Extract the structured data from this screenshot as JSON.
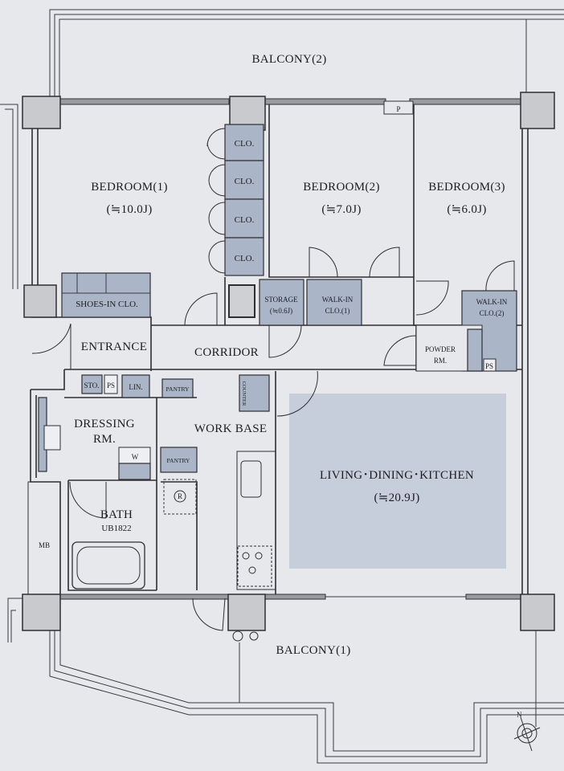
{
  "rooms": {
    "balcony2": "BALCONY(2)",
    "balcony1": "BALCONY(1)",
    "bedroom1": {
      "name": "BEDROOM(1)",
      "size": "(≒10.0J)"
    },
    "bedroom2": {
      "name": "BEDROOM(2)",
      "size": "(≒7.0J)"
    },
    "bedroom3": {
      "name": "BEDROOM(3)",
      "size": "(≒6.0J)"
    },
    "clo": [
      "CLO.",
      "CLO.",
      "CLO.",
      "CLO."
    ],
    "shoes_in_clo": "SHOES-IN CLO.",
    "storage": {
      "name": "STORAGE",
      "size": "(≒0.6J)"
    },
    "walk_in_clo1": {
      "line1": "WALK-IN",
      "line2": "CLO.(1)"
    },
    "walk_in_clo2": {
      "line1": "WALK-IN",
      "line2": "CLO.(2)"
    },
    "powder_rm": {
      "line1": "POWDER",
      "line2": "RM."
    },
    "ps": "PS",
    "entrance": "ENTRANCE",
    "corridor": "CORRIDOR",
    "sto": "STO.",
    "lin": "LIN.",
    "pantry": "PANTRY",
    "counter": "COUNTER",
    "work_base": "WORK BASE",
    "dressing_rm": {
      "line1": "DRESSING",
      "line2": "RM."
    },
    "w": "W",
    "refrigerator": "R",
    "bath": {
      "name": "BATH",
      "model": "UB1822"
    },
    "mb": "MB",
    "p": "P",
    "ldk": {
      "name": "LIVING･DINING･KITCHEN",
      "size": "(≒20.9J)"
    }
  },
  "compass": "N"
}
